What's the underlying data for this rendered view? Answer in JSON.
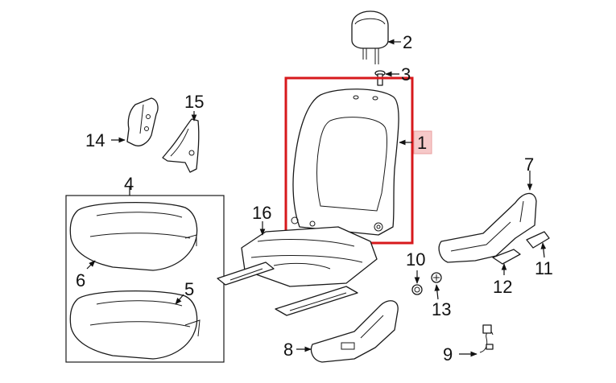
{
  "callouts": {
    "c1": "1",
    "c2": "2",
    "c3": "3",
    "c4": "4",
    "c5": "5",
    "c6": "6",
    "c7": "7",
    "c8": "8",
    "c9": "9",
    "c10": "10",
    "c11": "11",
    "c12": "12",
    "c13": "13",
    "c14": "14",
    "c15": "15",
    "c16": "16"
  },
  "highlight": {
    "part": "1",
    "frame_color": "#d7191c",
    "label_fill": "#f6c9c9"
  }
}
